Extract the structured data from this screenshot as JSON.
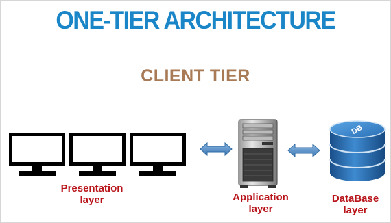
{
  "diagram": {
    "title": "ONE-TIER ARCHITECTURE",
    "subtitle": "CLIENT TIER",
    "presentation_label_line1": "Presentation",
    "presentation_label_line2": "layer",
    "application_label_line1": "Application",
    "application_label_line2": "layer",
    "database_label_line1": "DataBase",
    "database_label_line2": "layer",
    "db_badge": "DB"
  },
  "colors": {
    "title": "#1a86c8",
    "subtitle": "#a87a56",
    "labels": "#b8141a",
    "arrow": "#4a86c0",
    "database": "#1f63a6"
  },
  "icons": [
    "monitor-icon",
    "double-arrow-icon",
    "server-tower-icon",
    "database-cylinder-icon"
  ]
}
